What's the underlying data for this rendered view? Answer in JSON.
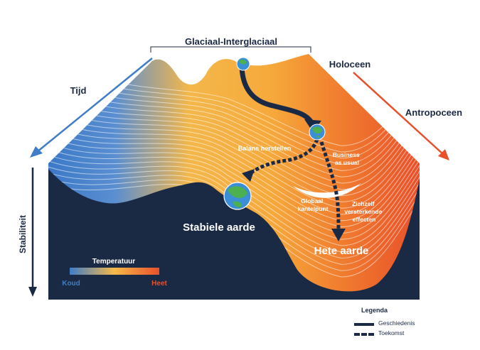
{
  "labels": {
    "glacial": "Glaciaal-Interglaciaal",
    "holocene": "Holoceen",
    "time": "Tijd",
    "anthropocene": "Antropoceen",
    "stability": "Stabiliteit",
    "balance": "Balans herstellen",
    "business": "Business\nas usual",
    "tipping": "Globaal\nkantelpunt",
    "self_reinforcing": "Zichzelf\nversterkende\neffecten",
    "stable_earth": "Stabiele aarde",
    "hot_earth": "Hete aarde"
  },
  "temperature": {
    "title": "Temperatuur",
    "cold": "Koud",
    "hot": "Heet"
  },
  "legend": {
    "title": "Legenda",
    "history": "Geschiedenis",
    "future": "Toekomst"
  },
  "colors": {
    "dark": "#1b2a44",
    "cold": "#3f7dc8",
    "warm": "#f6a93b",
    "hot": "#e8502a",
    "arrow_orange": "#e8502a",
    "arrow_blue": "#3f7dc8"
  }
}
